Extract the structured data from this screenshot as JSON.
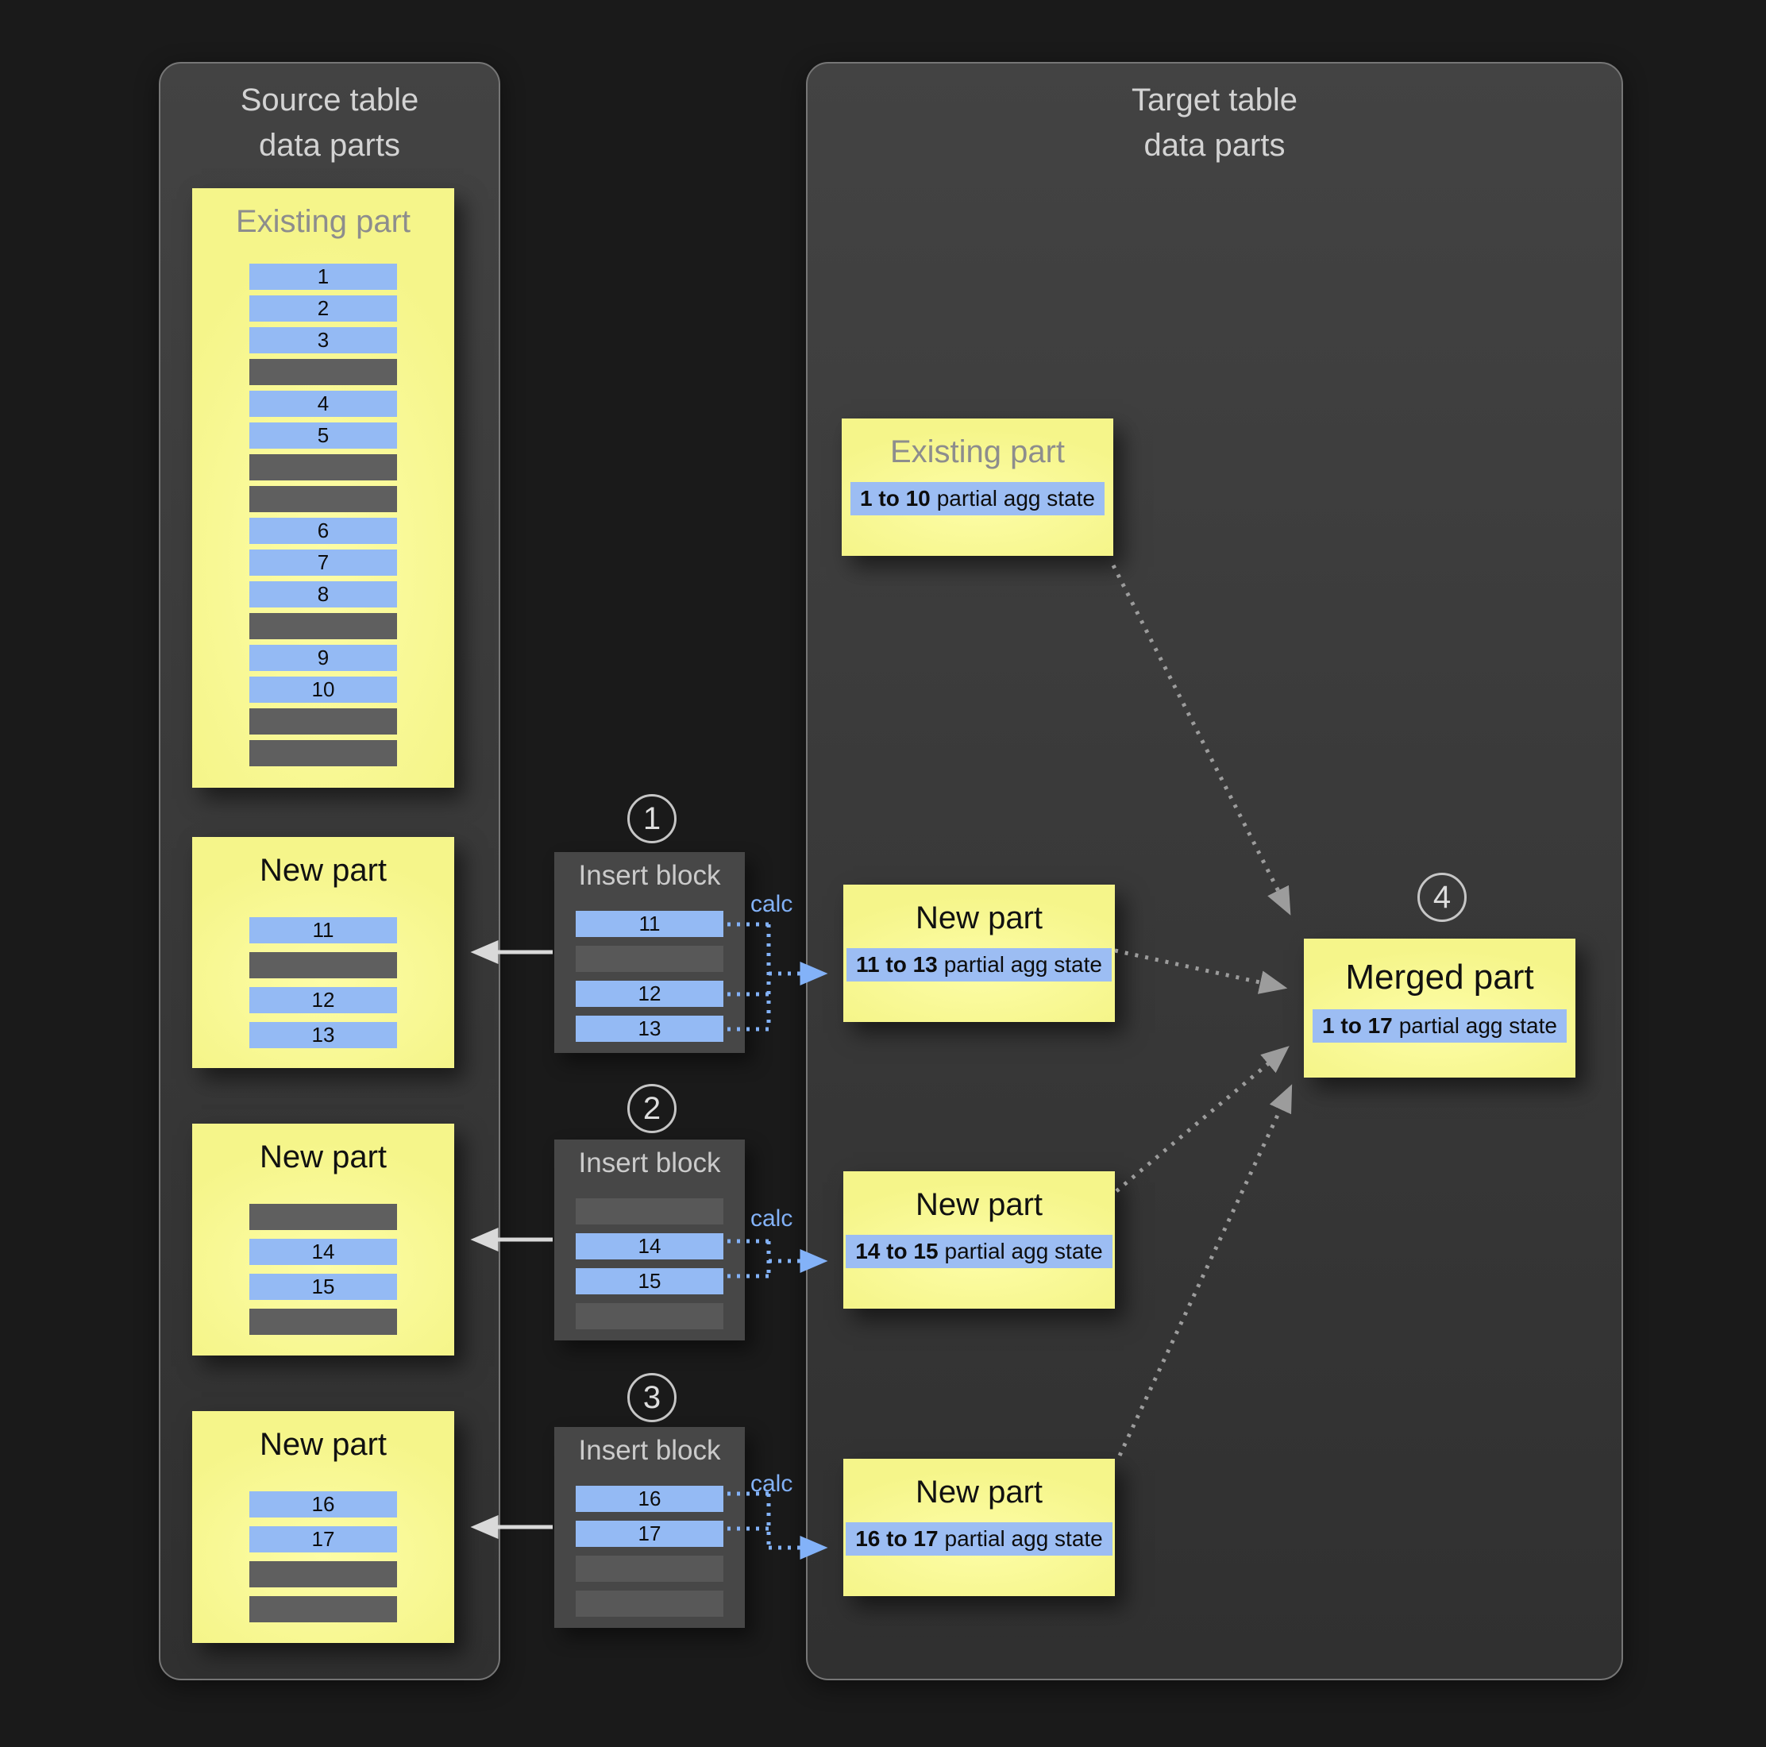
{
  "colors": {
    "background": "#1a1a1a",
    "part_yellow": "#f5f58a",
    "row_blue": "#94baf4",
    "row_gray": "#5f5f5f",
    "calc_blue": "#83b2f8",
    "solid_arrow_gray": "#d9d9d9",
    "merge_arrow_gray": "#9c9c9c"
  },
  "source_panel": {
    "title": "Source table\ndata parts",
    "parts": [
      {
        "title": "Existing part",
        "rows": [
          "1",
          "2",
          "3",
          "",
          "4",
          "5",
          "",
          "",
          "6",
          "7",
          "8",
          "",
          "9",
          "10",
          "",
          ""
        ]
      },
      {
        "title": "New part",
        "rows": [
          "11",
          "",
          "12",
          "13"
        ]
      },
      {
        "title": "New part",
        "rows": [
          "",
          "14",
          "15",
          ""
        ]
      },
      {
        "title": "New part",
        "rows": [
          "16",
          "17",
          "",
          ""
        ]
      }
    ]
  },
  "insert_blocks": [
    {
      "step": "1",
      "title": "Insert block",
      "calc_label": "calc",
      "rows": [
        "11",
        "",
        "12",
        "13"
      ]
    },
    {
      "step": "2",
      "title": "Insert block",
      "calc_label": "calc",
      "rows": [
        "",
        "14",
        "15",
        ""
      ]
    },
    {
      "step": "3",
      "title": "Insert block",
      "calc_label": "calc",
      "rows": [
        "16",
        "17",
        "",
        ""
      ]
    }
  ],
  "target_panel": {
    "title": "Target table\ndata parts",
    "parts": [
      {
        "title": "Existing part",
        "agg_range": "1 to 10",
        "agg_label": "partial agg state"
      },
      {
        "title": "New part",
        "agg_range": "11 to 13",
        "agg_label": "partial agg state"
      },
      {
        "title": "New part",
        "agg_range": "14 to 15",
        "agg_label": "partial agg state"
      },
      {
        "title": "New part",
        "agg_range": "16 to 17",
        "agg_label": "partial agg state"
      }
    ],
    "merged": {
      "step": "4",
      "title": "Merged part",
      "agg_range": "1 to 17",
      "agg_label": "partial agg state"
    }
  }
}
